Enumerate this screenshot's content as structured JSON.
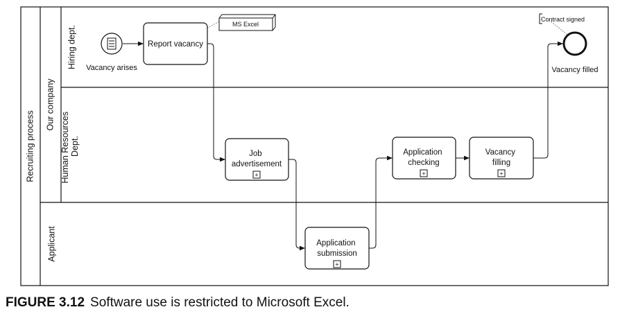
{
  "pool": {
    "label": "Recruiting process"
  },
  "lanes": {
    "company": "Our company",
    "hiring": "Hiring dept.",
    "hr": [
      "Human Resources",
      "Dept."
    ],
    "applicant": "Applicant"
  },
  "events": {
    "start": "Vacancy arises",
    "end": "Vacancy filled"
  },
  "tasks": {
    "report": [
      "Report vacancy"
    ],
    "job_ad": [
      "Job",
      "advertisement"
    ],
    "checking": [
      "Application",
      "checking"
    ],
    "filling": [
      "Vacancy",
      "filling"
    ],
    "submission": [
      "Application",
      "submission"
    ]
  },
  "artifacts": {
    "excel": "MS Excel",
    "contract": "Contract signed"
  },
  "subprocess_marker": "+",
  "caption": {
    "number": "FIGURE 3.12",
    "text": "Software use is restricted to Microsoft Excel."
  }
}
